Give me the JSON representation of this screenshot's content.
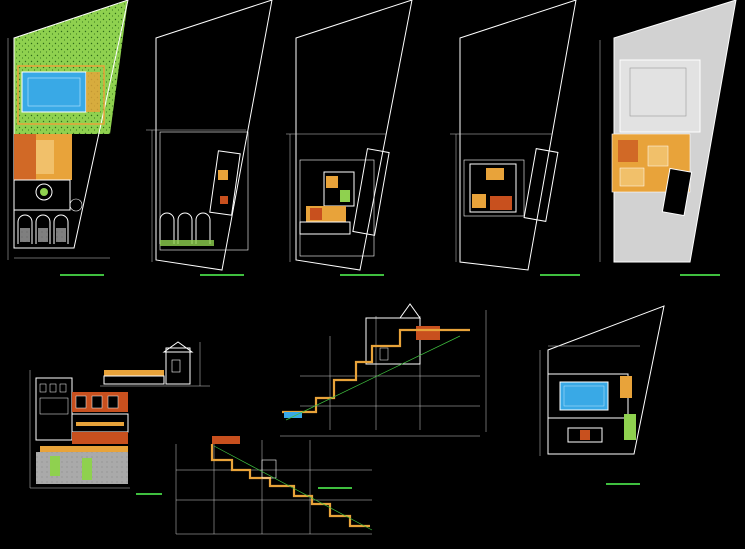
{
  "drawing": {
    "background": "#000000",
    "colors": {
      "garden": "#8fd14f",
      "pool": "#39a9e6",
      "wood": "#e8a33a",
      "brick": "#c8501e",
      "roof": "#d9d9d9",
      "line": "#ffffff",
      "scale_bar": "#3fbf3f"
    },
    "sheets": [
      {
        "id": "site-plan",
        "kind": "plan"
      },
      {
        "id": "parking-level-plan",
        "kind": "plan"
      },
      {
        "id": "first-floor-plan",
        "kind": "plan"
      },
      {
        "id": "second-floor-plan",
        "kind": "plan"
      },
      {
        "id": "roof-plan",
        "kind": "plan"
      },
      {
        "id": "front-elevation",
        "kind": "elevation"
      },
      {
        "id": "small-elevation",
        "kind": "elevation"
      },
      {
        "id": "longitudinal-section-a",
        "kind": "section"
      },
      {
        "id": "longitudinal-section-b",
        "kind": "section"
      },
      {
        "id": "pool-level-plan",
        "kind": "plan"
      }
    ]
  }
}
